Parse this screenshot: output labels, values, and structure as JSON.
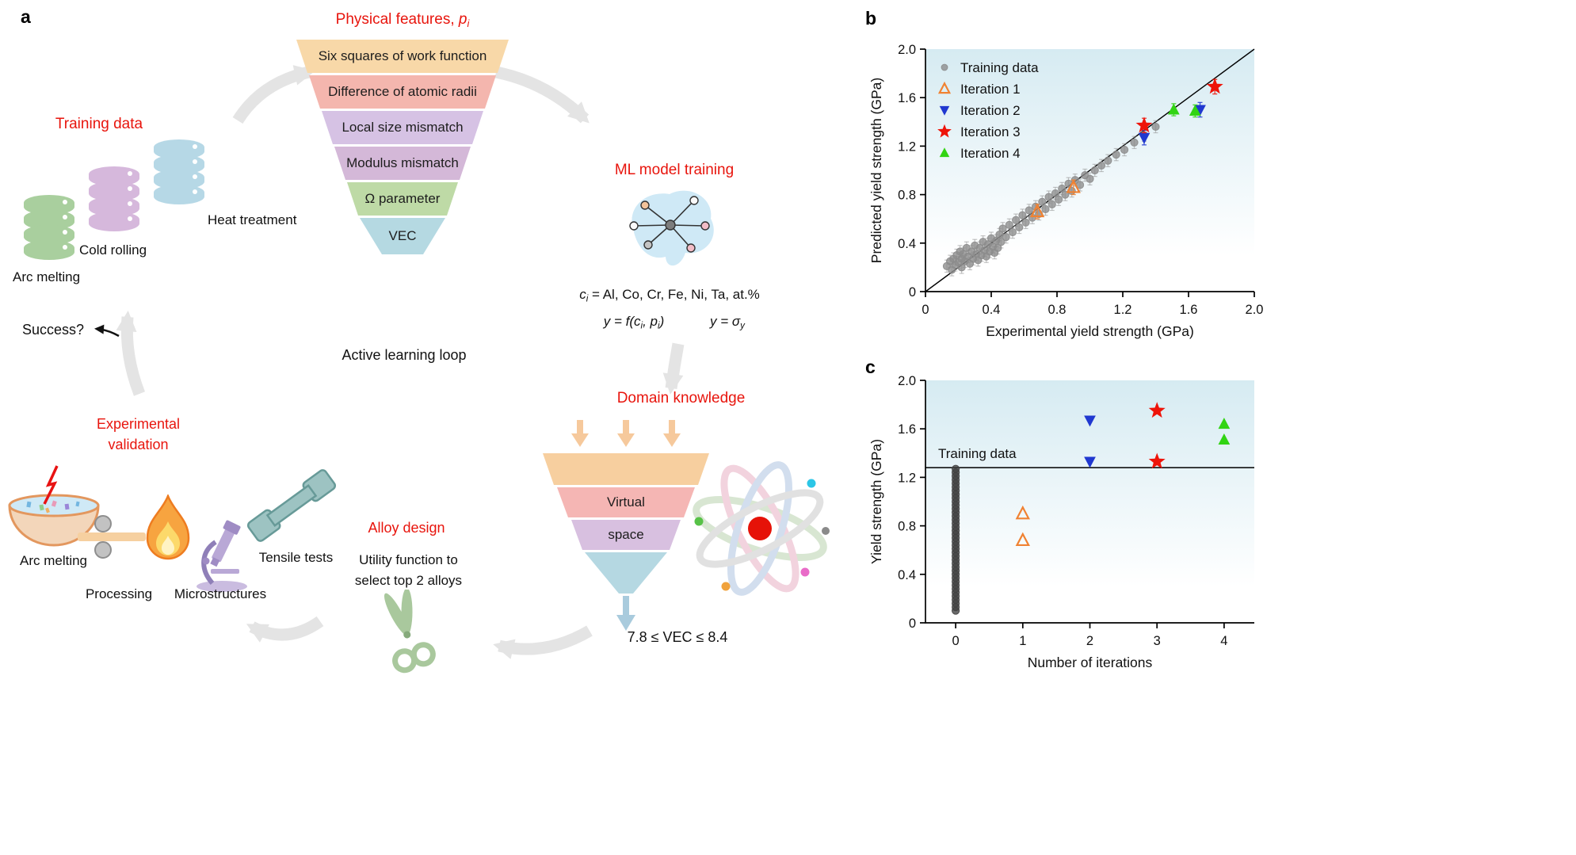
{
  "panels": {
    "a": "a",
    "b": "b",
    "c": "c"
  },
  "colors": {
    "accent_red": "#e8150d",
    "arc_gray": "#e4e4e4"
  },
  "panel_a": {
    "physical_features": {
      "prefix": "Physical features, ",
      "var": "p",
      "sub": "i"
    },
    "funnel_layers": [
      {
        "label": "Six squares of work function",
        "color": "#f8d8a8"
      },
      {
        "label": "Difference of atomic radii",
        "color": "#f4b6ae"
      },
      {
        "label": "Local size mismatch",
        "color": "#d6c2e4"
      },
      {
        "label": "Modulus mismatch",
        "color": "#d4b8d8"
      },
      {
        "label": "Ω parameter",
        "color": "#bedaa6"
      },
      {
        "label": "VEC",
        "color": "#b5d9e2"
      }
    ],
    "training_data": {
      "title": "Training data",
      "stacks": [
        {
          "label": "Arc melting",
          "color": "#a9cf9e"
        },
        {
          "label": "Cold rolling",
          "color": "#d6b8dc"
        },
        {
          "label": "Heat treatment",
          "color": "#b6d8e6"
        }
      ]
    },
    "ml_training": {
      "title": "ML model training"
    },
    "equations": {
      "eq1": {
        "var": "c",
        "sub": "i",
        "rest": " = Al, Co, Cr, Fe, Ni, Ta, at.%"
      },
      "eq2": {
        "p1": "y = f(c",
        "s1": "i",
        "p2": ", p",
        "s2": "i",
        "p3": ")"
      },
      "eq3": {
        "base": "y = σ",
        "sub": "y"
      }
    },
    "loop_label": "Active learning loop",
    "success_label": "Success?",
    "experimental_validation": {
      "line1": "Experimental",
      "line2": "validation"
    },
    "process_icons": {
      "arc_melting": "Arc melting",
      "processing": "Processing",
      "microstructures": "Microstructures",
      "tensile": "Tensile tests"
    },
    "alloy_design": {
      "title": "Alloy design",
      "line1": "Utility function to",
      "line2": "select top 2 alloys"
    },
    "domain_knowledge": {
      "title": "Domain knowledge",
      "funnel": [
        {
          "label": "",
          "color": "#f7cf9f"
        },
        {
          "label": "Virtual",
          "color": "#f5b6b4"
        },
        {
          "label": "space",
          "color": "#d8c0e0"
        },
        {
          "label": "",
          "color": "#b5d8e2"
        }
      ],
      "vec_range": "7.8 ≤ VEC ≤ 8.4"
    }
  },
  "chart_data": [
    {
      "id": "b",
      "type": "scatter",
      "xlabel": "Experimental yield strength (GPa)",
      "ylabel": "Predicted yield strength (GPa)",
      "xlim": [
        0,
        2.0
      ],
      "ylim": [
        0,
        2.0
      ],
      "xticks": [
        0,
        0.4,
        0.8,
        1.2,
        1.6,
        2.0
      ],
      "xtick_labels": [
        "0",
        "0.4",
        "0.8",
        "1.2",
        "1.6",
        "2.0"
      ],
      "yticks": [
        0,
        0.4,
        0.8,
        1.2,
        1.6,
        2.0
      ],
      "ytick_labels": [
        "0",
        "0.4",
        "0.8",
        "1.2",
        "1.6",
        "2.0"
      ],
      "diagonal": true,
      "legend": true,
      "legend_position": "top-left",
      "grid": false,
      "series": [
        {
          "name": "Training data",
          "marker": "circle",
          "color": "#8c8c8c",
          "yerr": 0.05,
          "points": [
            [
              0.13,
              0.21
            ],
            [
              0.15,
              0.25
            ],
            [
              0.16,
              0.18
            ],
            [
              0.17,
              0.27
            ],
            [
              0.18,
              0.22
            ],
            [
              0.19,
              0.3
            ],
            [
              0.2,
              0.24
            ],
            [
              0.21,
              0.33
            ],
            [
              0.22,
              0.27
            ],
            [
              0.22,
              0.2
            ],
            [
              0.23,
              0.31
            ],
            [
              0.24,
              0.25
            ],
            [
              0.25,
              0.36
            ],
            [
              0.26,
              0.29
            ],
            [
              0.27,
              0.23
            ],
            [
              0.28,
              0.33
            ],
            [
              0.29,
              0.27
            ],
            [
              0.3,
              0.38
            ],
            [
              0.31,
              0.31
            ],
            [
              0.32,
              0.26
            ],
            [
              0.33,
              0.36
            ],
            [
              0.34,
              0.3
            ],
            [
              0.35,
              0.41
            ],
            [
              0.36,
              0.34
            ],
            [
              0.37,
              0.29
            ],
            [
              0.38,
              0.39
            ],
            [
              0.39,
              0.33
            ],
            [
              0.4,
              0.44
            ],
            [
              0.41,
              0.37
            ],
            [
              0.42,
              0.32
            ],
            [
              0.43,
              0.42
            ],
            [
              0.44,
              0.36
            ],
            [
              0.45,
              0.47
            ],
            [
              0.46,
              0.41
            ],
            [
              0.47,
              0.52
            ],
            [
              0.49,
              0.45
            ],
            [
              0.51,
              0.55
            ],
            [
              0.53,
              0.49
            ],
            [
              0.55,
              0.59
            ],
            [
              0.57,
              0.53
            ],
            [
              0.59,
              0.63
            ],
            [
              0.61,
              0.57
            ],
            [
              0.63,
              0.67
            ],
            [
              0.65,
              0.61
            ],
            [
              0.67,
              0.7
            ],
            [
              0.69,
              0.64
            ],
            [
              0.71,
              0.74
            ],
            [
              0.73,
              0.68
            ],
            [
              0.75,
              0.78
            ],
            [
              0.77,
              0.72
            ],
            [
              0.79,
              0.81
            ],
            [
              0.81,
              0.76
            ],
            [
              0.83,
              0.85
            ],
            [
              0.85,
              0.8
            ],
            [
              0.87,
              0.89
            ],
            [
              0.89,
              0.83
            ],
            [
              0.91,
              0.92
            ],
            [
              0.94,
              0.88
            ],
            [
              0.97,
              0.96
            ],
            [
              1.0,
              0.93
            ],
            [
              1.03,
              1.0
            ],
            [
              1.07,
              1.04
            ],
            [
              1.11,
              1.08
            ],
            [
              1.16,
              1.13
            ],
            [
              1.21,
              1.17
            ],
            [
              1.27,
              1.23
            ],
            [
              1.33,
              1.29
            ],
            [
              1.4,
              1.36
            ]
          ]
        },
        {
          "name": "Iteration 1",
          "marker": "triangle-open",
          "color": "#f08232",
          "yerr": 0.06,
          "points": [
            [
              0.68,
              0.66
            ],
            [
              0.9,
              0.86
            ]
          ]
        },
        {
          "name": "Iteration 2",
          "marker": "triangle-down",
          "color": "#2038d0",
          "yerr": 0.06,
          "points": [
            [
              1.33,
              1.27
            ],
            [
              1.67,
              1.5
            ]
          ]
        },
        {
          "name": "Iteration 3",
          "marker": "star",
          "color": "#ee1409",
          "yerr": 0.06,
          "points": [
            [
              1.33,
              1.37
            ],
            [
              1.76,
              1.69
            ]
          ]
        },
        {
          "name": "Iteration 4",
          "marker": "triangle-up",
          "color": "#31d413",
          "yerr": 0.05,
          "points": [
            [
              1.51,
              1.5
            ],
            [
              1.64,
              1.49
            ]
          ]
        }
      ]
    },
    {
      "id": "c",
      "type": "scatter",
      "xlabel": "Number of iterations",
      "ylabel": "Yield strength (GPa)",
      "xlim": [
        -0.45,
        4.45
      ],
      "ylim": [
        0,
        2.0
      ],
      "xticks": [
        0,
        1,
        2,
        3,
        4
      ],
      "xtick_labels": [
        "0",
        "1",
        "2",
        "3",
        "4"
      ],
      "yticks": [
        0,
        0.4,
        0.8,
        1.2,
        1.6,
        2.0
      ],
      "ytick_labels": [
        "0",
        "0.4",
        "0.8",
        "1.2",
        "1.6",
        "2.0"
      ],
      "diagonal": false,
      "legend": false,
      "grid": false,
      "hline": {
        "y": 1.28,
        "label": "Training data"
      },
      "series": [
        {
          "name": "Training data",
          "marker": "circle",
          "color": "#404040",
          "points": [
            [
              0,
              0.1
            ],
            [
              0,
              0.13
            ],
            [
              0,
              0.16
            ],
            [
              0,
              0.19
            ],
            [
              0,
              0.22
            ],
            [
              0,
              0.25
            ],
            [
              0,
              0.28
            ],
            [
              0,
              0.31
            ],
            [
              0,
              0.34
            ],
            [
              0,
              0.37
            ],
            [
              0,
              0.4
            ],
            [
              0,
              0.43
            ],
            [
              0,
              0.46
            ],
            [
              0,
              0.49
            ],
            [
              0,
              0.52
            ],
            [
              0,
              0.55
            ],
            [
              0,
              0.58
            ],
            [
              0,
              0.61
            ],
            [
              0,
              0.64
            ],
            [
              0,
              0.67
            ],
            [
              0,
              0.7
            ],
            [
              0,
              0.73
            ],
            [
              0,
              0.76
            ],
            [
              0,
              0.79
            ],
            [
              0,
              0.82
            ],
            [
              0,
              0.85
            ],
            [
              0,
              0.88
            ],
            [
              0,
              0.91
            ],
            [
              0,
              0.94
            ],
            [
              0,
              0.97
            ],
            [
              0,
              1.0
            ],
            [
              0,
              1.03
            ],
            [
              0,
              1.06
            ],
            [
              0,
              1.09
            ],
            [
              0,
              1.12
            ],
            [
              0,
              1.15
            ],
            [
              0,
              1.18
            ],
            [
              0,
              1.21
            ],
            [
              0,
              1.24
            ],
            [
              0,
              1.27
            ]
          ]
        },
        {
          "name": "Iteration 1",
          "marker": "triangle-open",
          "color": "#f08232",
          "points": [
            [
              1,
              0.9
            ],
            [
              1,
              0.68
            ]
          ]
        },
        {
          "name": "Iteration 2",
          "marker": "triangle-down",
          "color": "#2038d0",
          "points": [
            [
              2,
              1.67
            ],
            [
              2,
              1.33
            ]
          ]
        },
        {
          "name": "Iteration 3",
          "marker": "star",
          "color": "#ee1409",
          "points": [
            [
              3,
              1.75
            ],
            [
              3,
              1.33
            ]
          ]
        },
        {
          "name": "Iteration 4",
          "marker": "triangle-up",
          "color": "#31d413",
          "points": [
            [
              4,
              1.64
            ],
            [
              4,
              1.51
            ]
          ]
        }
      ]
    }
  ]
}
